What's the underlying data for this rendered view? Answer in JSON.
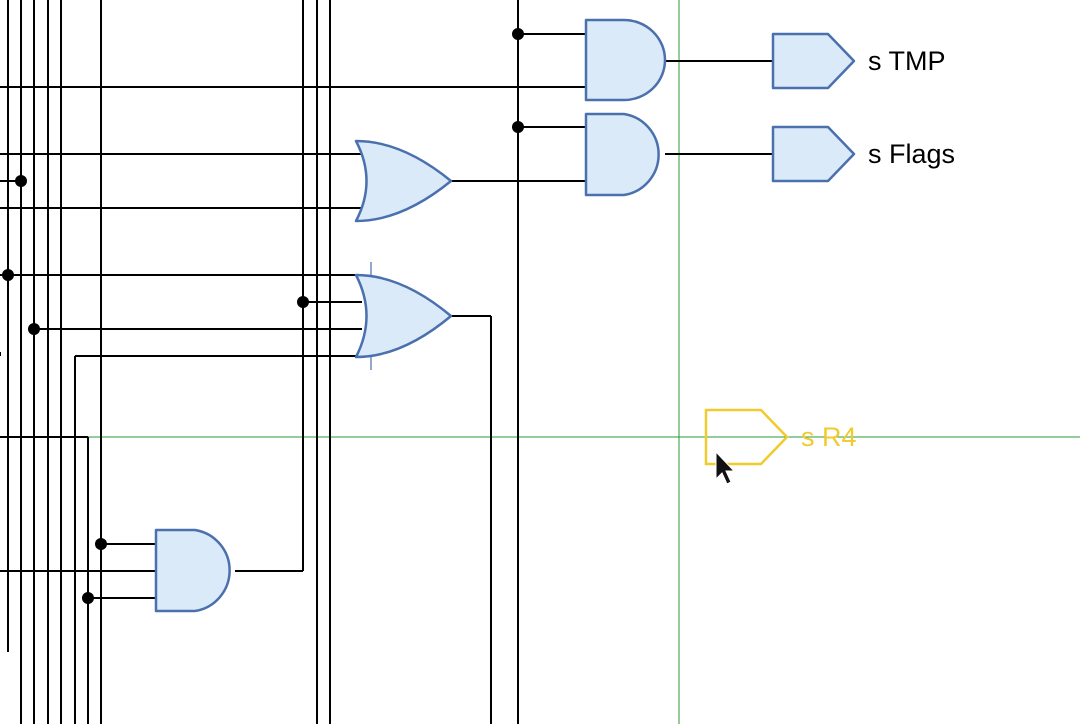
{
  "outputs": [
    {
      "id": "tmp",
      "label": "s TMP"
    },
    {
      "id": "flags",
      "label": "s Flags"
    }
  ],
  "placing": {
    "label": "s R4"
  },
  "colors": {
    "wire": "#000000",
    "gate_fill": "#dbeaf8",
    "gate_stroke": "#4a70ad",
    "guide": "#2a9a3a",
    "placing": "#f0cb2e"
  },
  "icons": [
    "and-gate",
    "or-gate",
    "output-pin",
    "mouse-cursor"
  ]
}
